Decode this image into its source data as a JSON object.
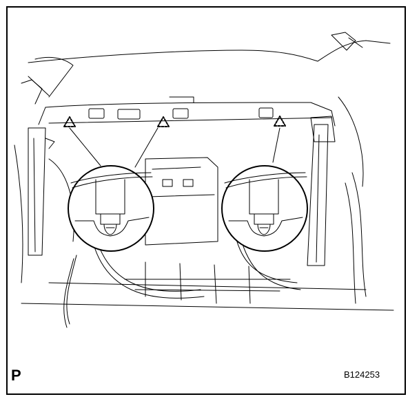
{
  "figure": {
    "corner_letter": "P",
    "code": "B124253"
  },
  "colors": {
    "line": "#000000",
    "background": "#ffffff"
  },
  "callouts": [
    {
      "name": "left-clip-detail",
      "marker_icon": "dashed-triangle-icon"
    },
    {
      "name": "right-clip-detail",
      "marker_icon": "dashed-triangle-icon"
    }
  ],
  "clip_markers": {
    "count": 3,
    "icon": "dashed-triangle-icon"
  }
}
